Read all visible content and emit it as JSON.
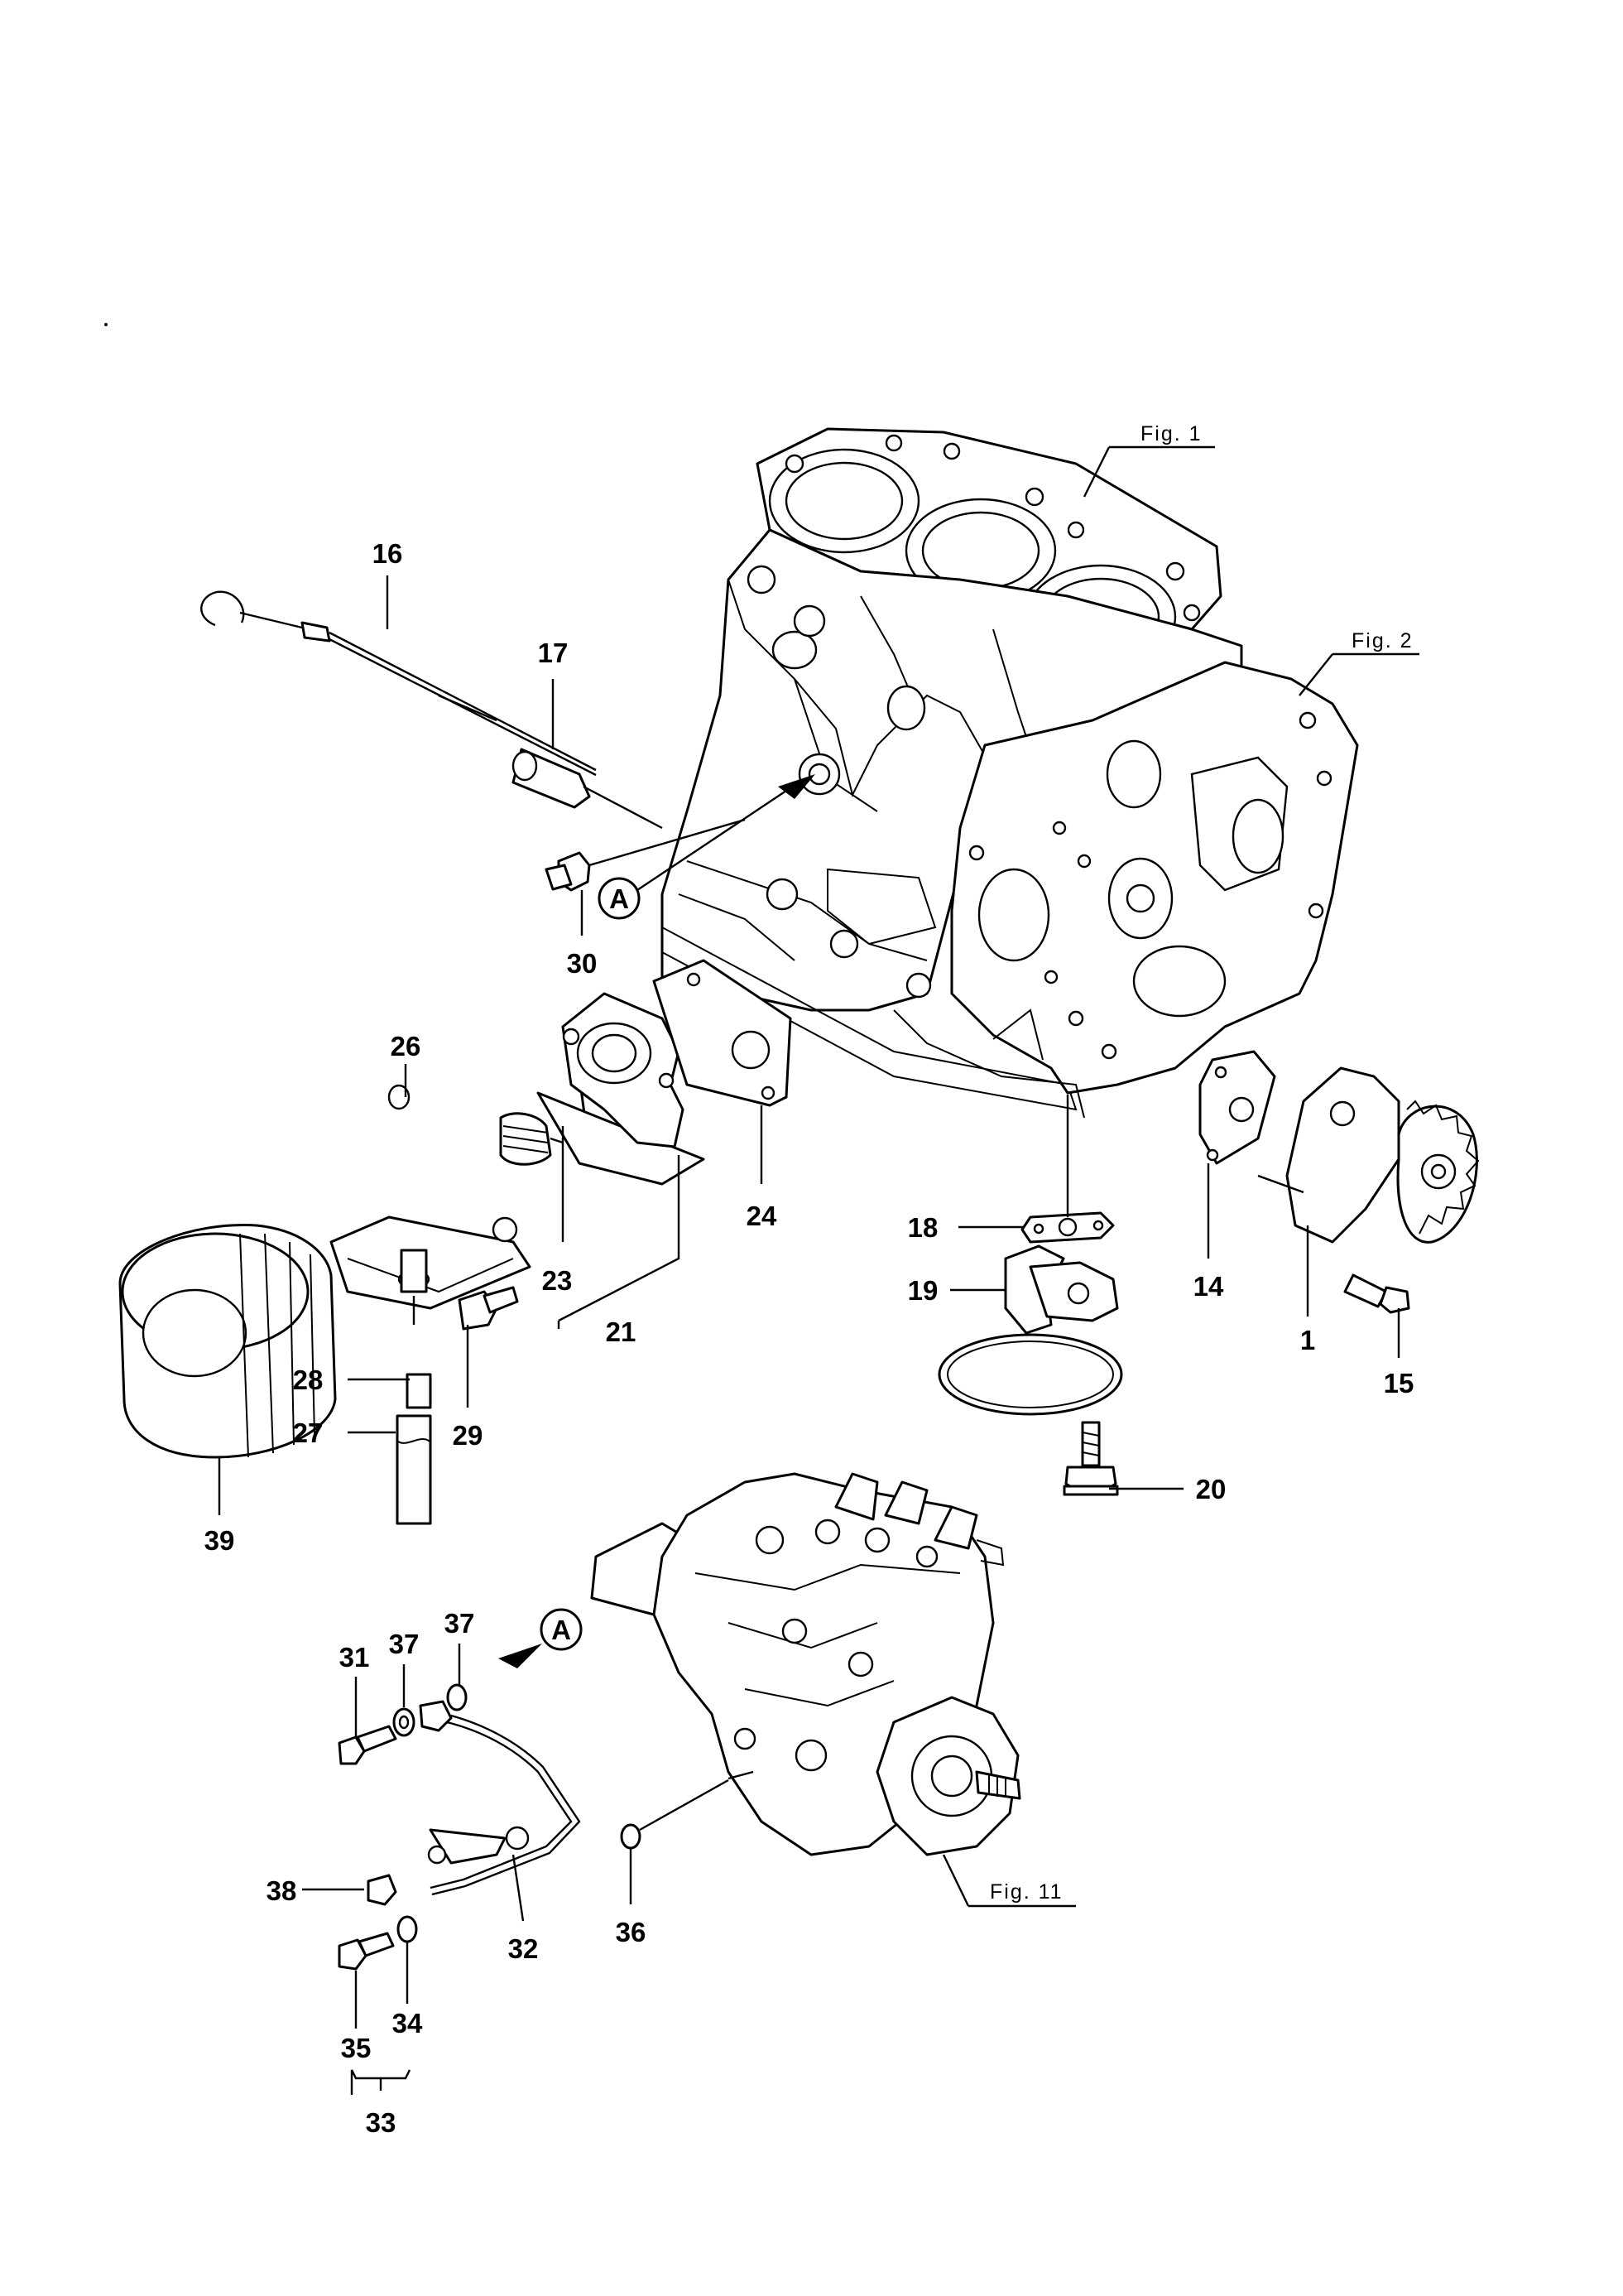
{
  "figure_refs": {
    "fig1": "Fig. 1",
    "fig2": "Fig. 2",
    "fig11": "Fig. 11"
  },
  "reference_markers": {
    "view_a_upper": "A",
    "view_a_lower": "A"
  },
  "callouts": {
    "c1": "1",
    "c14": "14",
    "c15": "15",
    "c16": "16",
    "c17": "17",
    "c18": "18",
    "c19": "19",
    "c20": "20",
    "c21": "21",
    "c23": "23",
    "c24": "24",
    "c26": "26",
    "c27": "27",
    "c28": "28",
    "c29": "29",
    "c30": "30",
    "c31": "31",
    "c32": "32",
    "c33": "33",
    "c34": "34",
    "c35": "35",
    "c36": "36",
    "c37a": "37",
    "c37b": "37",
    "c38": "38",
    "c39": "39"
  }
}
